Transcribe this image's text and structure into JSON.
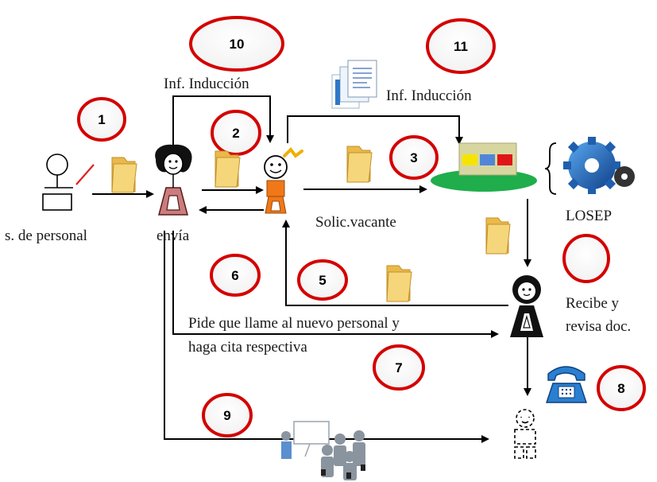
{
  "labels": {
    "sender": "s. de personal",
    "envia": "envía",
    "inf_induccion_1": "Inf. Inducción",
    "inf_induccion_2": "Inf. Inducción",
    "solic": "Solic.vacante",
    "losep": "LOSEP",
    "recibe_line1": "Recibe y",
    "recibe_line2": "revisa doc.",
    "pide_line1": "Pide que llame al nuevo personal y",
    "pide_line2": "haga cita respectiva"
  },
  "steps": [
    "1",
    "2",
    "3",
    "",
    "5",
    "6",
    "7",
    "8",
    "9",
    "10",
    "11"
  ],
  "colors": {
    "ring": "#d40000",
    "arrow": "#000000",
    "folder": "#f2c75a",
    "orange": "#f07818",
    "office_green": "#1fae4b",
    "office_box": "#d8d6a0",
    "phone": "#2a7fd0",
    "gear": "#1f5fae"
  },
  "icons": [
    "person-icon",
    "woman-icon",
    "smiley-worker-icon",
    "office-icon",
    "gear-icon",
    "officer-icon",
    "new-person-icon",
    "phone-icon",
    "documents-icon",
    "training-icon",
    "folder-icon"
  ]
}
